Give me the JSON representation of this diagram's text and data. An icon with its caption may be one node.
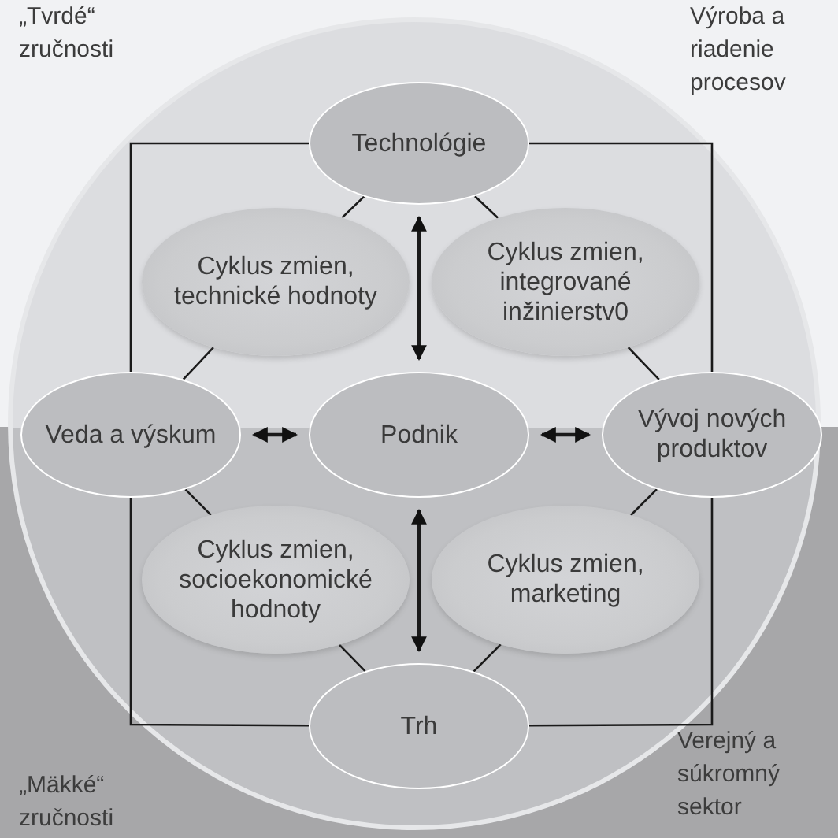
{
  "diagram": {
    "nodes": [
      {
        "text": [
          "Technológie"
        ]
      },
      {
        "text": [
          "Cyklus zmien, technické hodnoty"
        ]
      },
      {
        "text": [
          "Cyklus zmien, integrované inžinierstv0"
        ]
      },
      {
        "text": [
          "Veda a výskum"
        ]
      },
      {
        "text": [
          "Podnik"
        ]
      },
      {
        "text": [
          "Vývoj nových produktov"
        ]
      },
      {
        "text": [
          "Cyklus zmien, socioekonomické hodnoty"
        ]
      },
      {
        "text": [
          "Cyklus zmien, marketing"
        ]
      },
      {
        "text": [
          "Trh"
        ]
      }
    ],
    "edges": [
      {
        "from": 0,
        "to": 4,
        "arrow": "both"
      },
      {
        "from": 3,
        "to": 4,
        "arrow": "both"
      },
      {
        "from": 4,
        "to": 5,
        "arrow": "both"
      },
      {
        "from": 4,
        "to": 8,
        "arrow": "both"
      },
      {
        "from": 0,
        "to": 3,
        "arrow": "none"
      },
      {
        "from": 0,
        "to": 5,
        "arrow": "none"
      },
      {
        "from": 3,
        "to": 8,
        "arrow": "none"
      },
      {
        "from": 5,
        "to": 8,
        "arrow": "none"
      },
      {
        "from": 0,
        "to": 1,
        "arrow": "none"
      },
      {
        "from": 1,
        "to": 3,
        "arrow": "none"
      },
      {
        "from": 0,
        "to": 2,
        "arrow": "none"
      },
      {
        "from": 2,
        "to": 5,
        "arrow": "none"
      },
      {
        "from": 3,
        "to": 6,
        "arrow": "none"
      },
      {
        "from": 6,
        "to": 8,
        "arrow": "none"
      },
      {
        "from": 5,
        "to": 7,
        "arrow": "none"
      },
      {
        "from": 7,
        "to": 8,
        "arrow": "none"
      }
    ],
    "labels": [
      "„Tvrdé“ zručnosti",
      "Výroba a riadenie procesov",
      "„Mäkké“ zručnosti",
      "Verejný a súkromný sektor"
    ]
  }
}
